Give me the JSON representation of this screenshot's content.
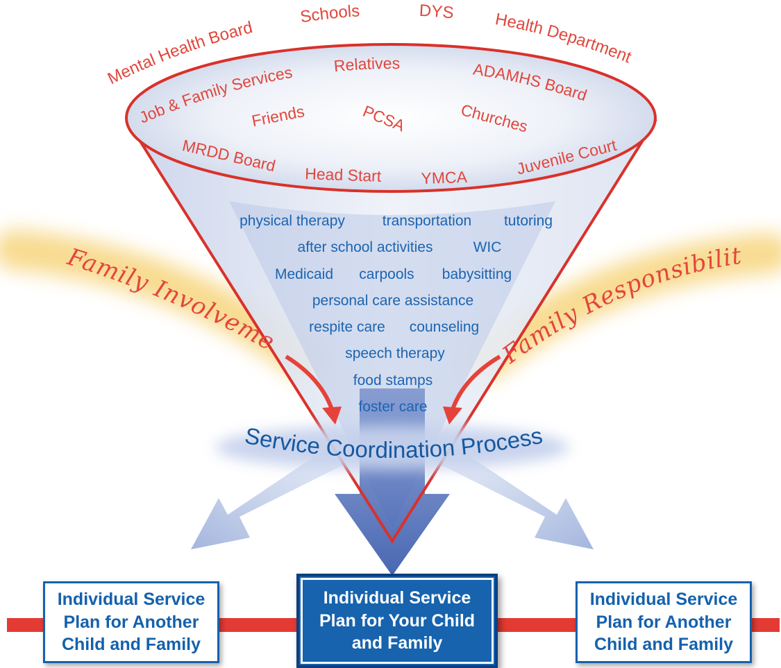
{
  "outer_agencies": [
    "Mental Health Board",
    "Schools",
    "DYS",
    "Health Department"
  ],
  "rim_agencies": [
    "Job & Family Services",
    "Relatives",
    "ADAMHS Board",
    "Friends",
    "PCSA",
    "Churches",
    "MRDD Board",
    "Head Start",
    "YMCA",
    "Juvenile Court"
  ],
  "services": [
    [
      "physical therapy",
      "transportation",
      "tutoring"
    ],
    [
      "after school activities",
      "WIC"
    ],
    [
      "Medicaid",
      "carpools",
      "babysitting"
    ],
    [
      "personal care assistance"
    ],
    [
      "respite care",
      "counseling"
    ],
    [
      "speech therapy"
    ],
    [
      "food stamps"
    ],
    [
      "foster care"
    ]
  ],
  "left_influence": "Family Involvement",
  "right_influence": "Family Responsibility",
  "process": "Service Coordination Process",
  "plans": {
    "left": "Individual Service\nPlan for Another\nChild and Family",
    "center": "Individual Service\nPlan for Your Child\nand Family",
    "right": "Individual Service\nPlan for Another\nChild and Family"
  },
  "colors": {
    "agency_red": "#e0463c",
    "funnel_red": "#d9312a",
    "service_blue": "#1b64b0",
    "process_blue": "#14589f",
    "plan_blue": "#1561ad",
    "plan_dark": "#1763ad",
    "bar_red": "#e33b34",
    "glow_yellow": "#f8d98a",
    "arrow_blue": "#aebfe0"
  }
}
